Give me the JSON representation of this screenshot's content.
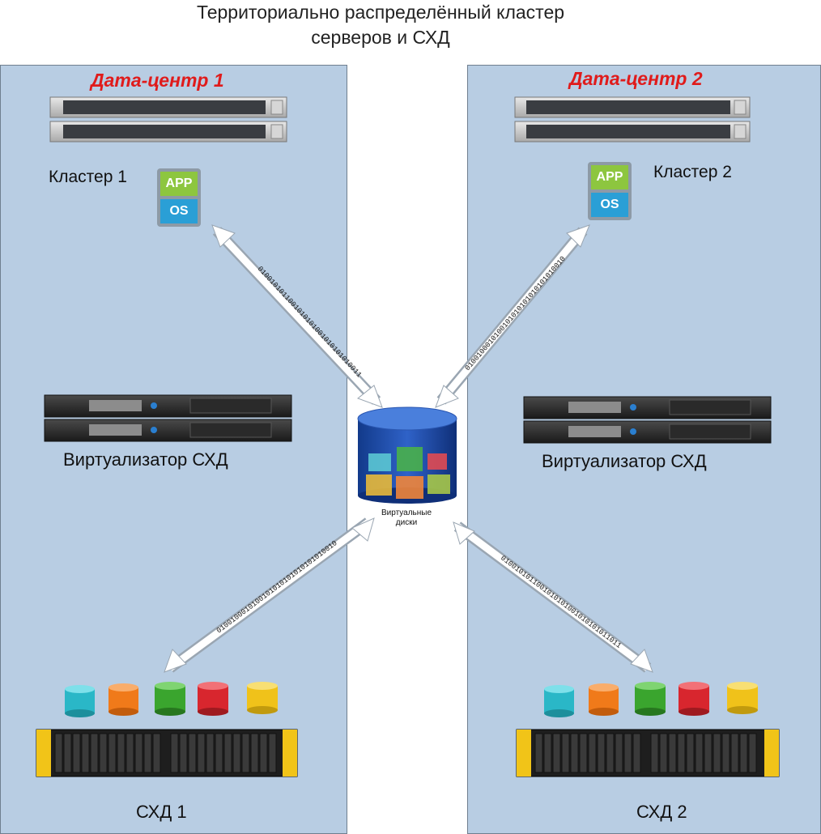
{
  "title": {
    "line1": "Территориально распределённый кластер",
    "line2": "серверов и СХД"
  },
  "datacenters": [
    {
      "name": "Дата-центр 1",
      "cluster_label": "Кластер 1",
      "virtualizer_label": "Виртуализатор СХД",
      "storage_label": "СХД 1"
    },
    {
      "name": "Дата-центр 2",
      "cluster_label": "Кластер 2",
      "virtualizer_label": "Виртуализатор СХД",
      "storage_label": "СХД 2"
    }
  ],
  "app_os": {
    "app": "APP",
    "os": "OS"
  },
  "virtual_disks": {
    "label_line1": "Виртуальные",
    "label_line2": "диски"
  },
  "binary_streams": [
    "0100101011001010101001010101010011",
    "0100100010100101010101010101010010",
    "0100100010100101010101010101010010",
    "0100101011001010101001010101011011"
  ],
  "colors": {
    "panel": "#b8cde3",
    "dc_label": "#e01b1b",
    "disk_cyan": "#2ab7c7",
    "disk_orange": "#f07a1a",
    "disk_green": "#3aa52e",
    "disk_red": "#d8262e",
    "disk_yellow": "#f0c21a"
  }
}
